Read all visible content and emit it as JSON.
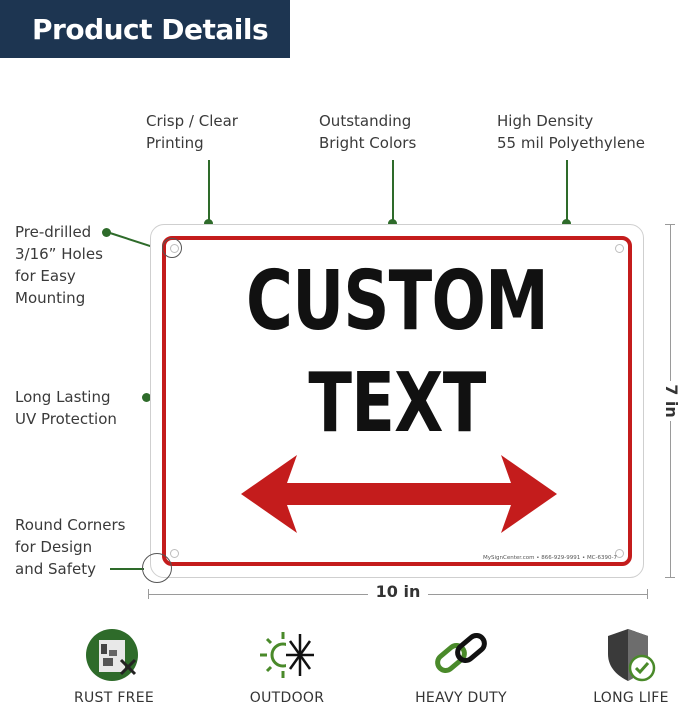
{
  "banner": {
    "title": "Product Details"
  },
  "callouts": {
    "printing": "Crisp / Clear\nPrinting",
    "colors": "Outstanding\nBright Colors",
    "material": "High Density\n55 mil Polyethylene",
    "holes": "Pre-drilled\n3/16” Holes\nfor Easy\nMounting",
    "uv": "Long Lasting\nUV Protection",
    "corners": "Round Corners\nfor Design\nand Safety"
  },
  "sign": {
    "line1": "CUSTOM",
    "line2": "TEXT",
    "footer": "MySignCenter.com • 866-929-9991 • MC-6390-7",
    "arrow_color": "#c41c1c",
    "border_color": "#c41c1c"
  },
  "dimensions": {
    "width": "10 in",
    "height": "7 in"
  },
  "features": [
    {
      "label": "RUST FREE",
      "icon": "rust-free-icon"
    },
    {
      "label": "OUTDOOR",
      "icon": "sun-snowflake-icon"
    },
    {
      "label": "HEAVY DUTY",
      "icon": "chain-link-icon"
    },
    {
      "label": "LONG LIFE",
      "icon": "shield-check-icon"
    }
  ],
  "colors": {
    "banner": "#1d3551",
    "accent_green": "#2e6b2a",
    "sign_red": "#c41c1c"
  }
}
